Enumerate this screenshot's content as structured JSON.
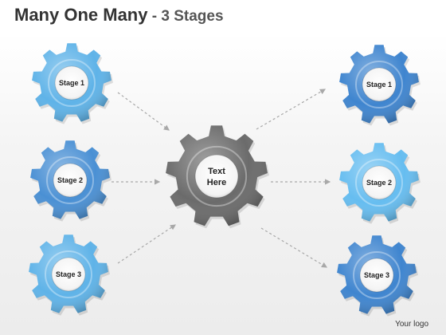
{
  "title": {
    "main": "Many One Many",
    "subtitle": " - 3 Stages"
  },
  "center": {
    "line1": "Text",
    "line2": "Here",
    "color": "#6b6b6b"
  },
  "left_gears": [
    {
      "label": "Stage 1",
      "color": "#5fb3e8"
    },
    {
      "label": "Stage 2",
      "color": "#4a90d4"
    },
    {
      "label": "Stage 3",
      "color": "#5fb3e8"
    }
  ],
  "right_gears": [
    {
      "label": "Stage 1",
      "color": "#3f85cf"
    },
    {
      "label": "Stage 2",
      "color": "#66bdf0"
    },
    {
      "label": "Stage 3",
      "color": "#3f85cf"
    }
  ],
  "logo": "Your logo"
}
